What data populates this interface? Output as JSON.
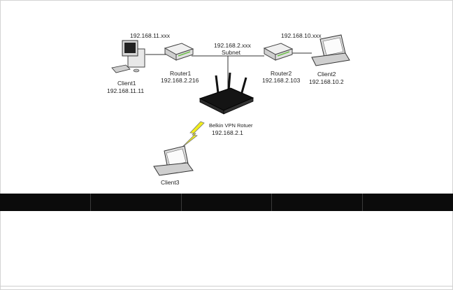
{
  "labels": {
    "client1_subnet": "192.168.11.xxx",
    "router2_subnet": "192.168.10.xxx",
    "middle_subnet_ip": "192.168.2.xxx",
    "middle_subnet_word": "Subnet",
    "router1_name": "Router1",
    "router1_ip": "192.168.2.216",
    "router2_name": "Router2",
    "router2_ip": "192.168.2.103",
    "client1_name": "Client1",
    "client1_ip": "192.168.11.11",
    "client2_name": "Client2",
    "client2_ip": "192.168.10.2",
    "vpn_router_name": "Belkin VPN Rotuer",
    "vpn_router_ip": "192.168.2.1",
    "client3_name": "Client3"
  },
  "icons": {
    "desktop": "desktop-computer-icon",
    "router": "router-icon",
    "laptop": "laptop-icon",
    "wireless_router": "wireless-router-icon",
    "wireless_link": "lightning-bolt-icon"
  },
  "colors": {
    "bar": "#0b0b0b",
    "bolt": "#f2ee1c",
    "router_led": "#6fbf4a"
  },
  "bar_cells": 5
}
